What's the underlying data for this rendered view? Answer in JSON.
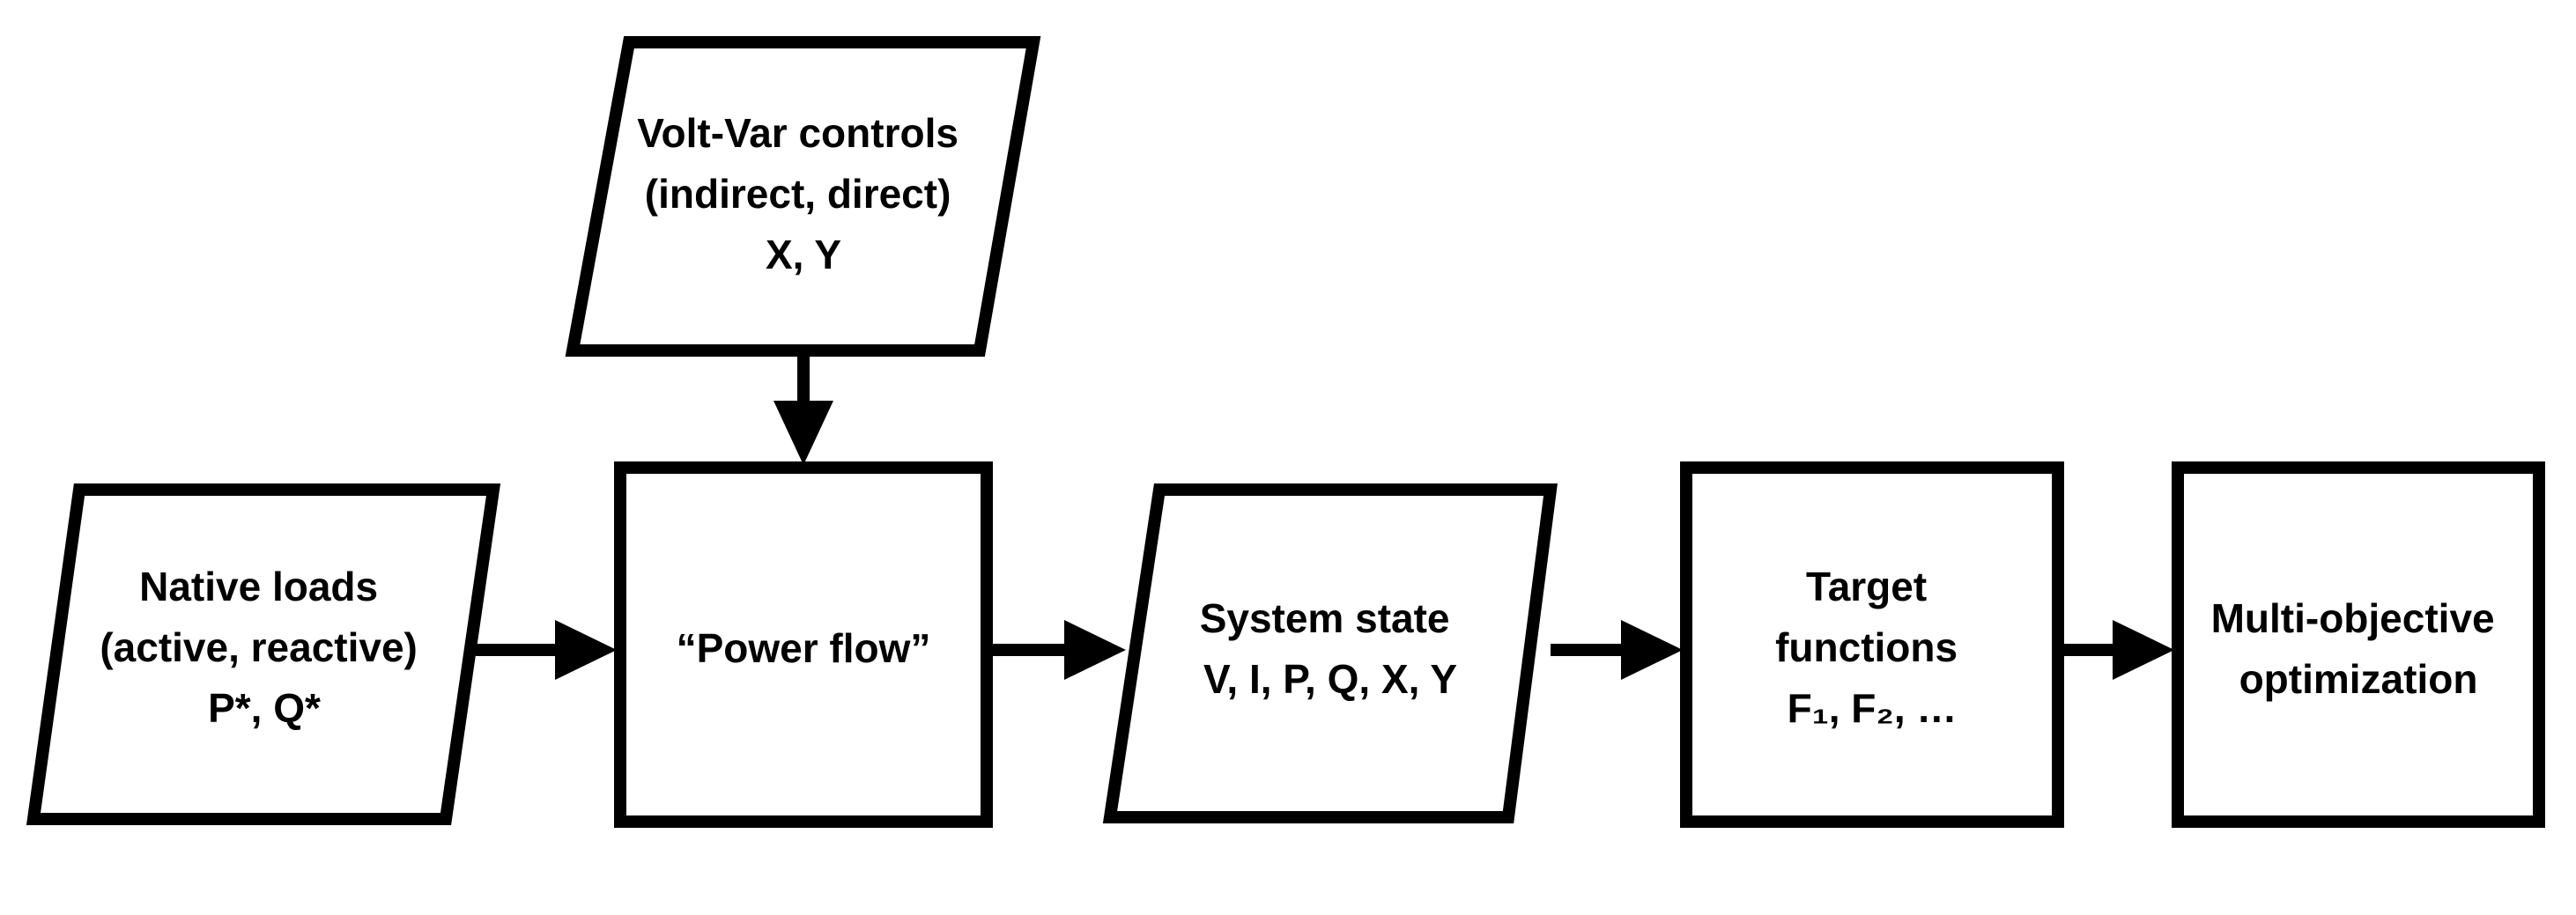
{
  "diagram": {
    "nodes": {
      "volt_var": {
        "lines": [
          "Volt-Var controls",
          "(indirect, direct)",
          "X, Y"
        ]
      },
      "native_loads": {
        "lines": [
          "Native loads",
          "(active, reactive)",
          "P*, Q*"
        ]
      },
      "power_flow": {
        "lines": [
          "“Power flow”"
        ]
      },
      "system_state": {
        "lines": [
          "System state",
          "V, I, P, Q, X, Y"
        ]
      },
      "target_functions": {
        "lines": [
          "Target",
          "functions",
          "F₁, F₂, …"
        ]
      },
      "multi_objective": {
        "lines": [
          "Multi-objective",
          "optimization"
        ]
      }
    }
  }
}
